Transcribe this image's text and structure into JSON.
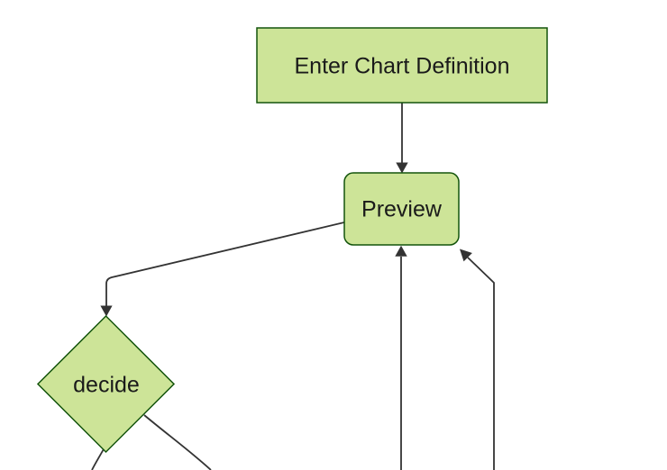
{
  "diagram": {
    "type": "flowchart",
    "direction": "top-down",
    "colors": {
      "background": "#ffffff",
      "nodeFill": "#cde498",
      "nodeBorder": "#13540c",
      "edgeColor": "#333333",
      "textColor": "#1a1a1a"
    },
    "nodes": [
      {
        "id": "A",
        "shape": "rectangle",
        "label": "Enter Chart Definition"
      },
      {
        "id": "B",
        "shape": "rounded-rectangle",
        "label": "Preview"
      },
      {
        "id": "C",
        "shape": "diamond",
        "label": "decide"
      }
    ],
    "edges": [
      {
        "from": "A",
        "to": "B",
        "arrowhead_visible": true
      },
      {
        "from": "B",
        "to": "C",
        "arrowhead_visible": true
      },
      {
        "from": "offscreen-node-bottom-center",
        "to": "B",
        "arrowhead_visible": true
      },
      {
        "from": "offscreen-node-bottom-right",
        "to": "B",
        "arrowhead_visible": true
      },
      {
        "from": "C",
        "to": "offscreen-node-bottom-left",
        "arrowhead_visible": false
      },
      {
        "from": "C",
        "to": "offscreen-node-bottom-right",
        "arrowhead_visible": false
      }
    ]
  }
}
